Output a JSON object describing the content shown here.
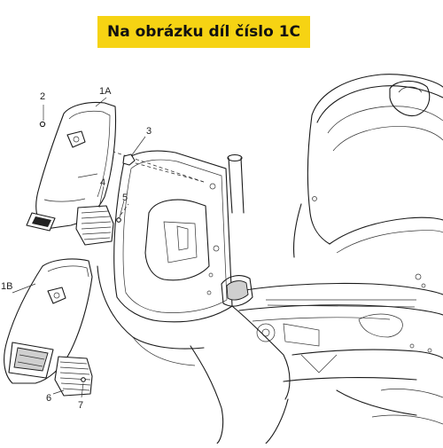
{
  "banner": {
    "text": "Na obrázku díl číslo 1C",
    "color": "#f6d313"
  },
  "callouts": {
    "c2": "2",
    "c1a": "1A",
    "c3": "3",
    "c4": "4",
    "c5": "5",
    "c1b": "1B",
    "c6": "6",
    "c7": "7"
  }
}
